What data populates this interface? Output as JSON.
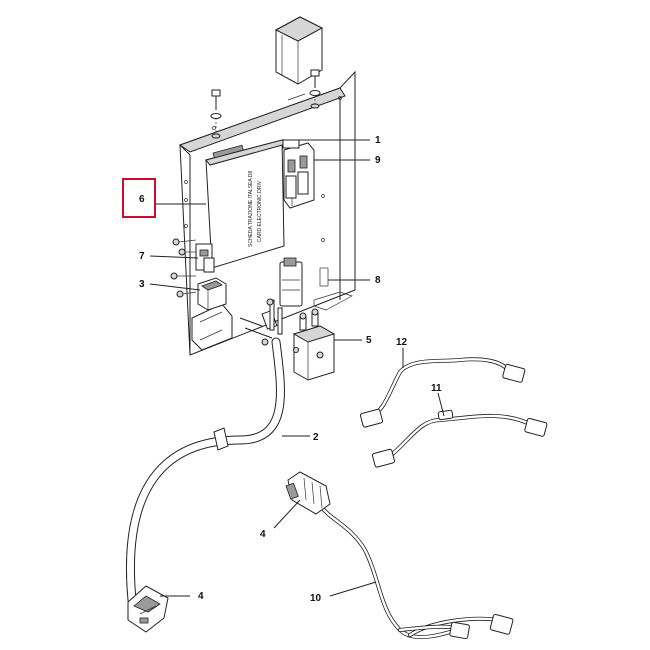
{
  "board_label": {
    "line1": "SCHEDA TRAZIONE ITALSEA D8",
    "line2": "CARD ELECTRONIC DRIV"
  },
  "callouts": {
    "c1": "1",
    "c2": "2",
    "c3": "3",
    "c4a": "4",
    "c4b": "4",
    "c5": "5",
    "c6": "6",
    "c7": "7",
    "c8": "8",
    "c9": "9",
    "c10": "10",
    "c11": "11",
    "c12": "12"
  },
  "colors": {
    "highlight": "#c8102e",
    "line": "#222222"
  }
}
